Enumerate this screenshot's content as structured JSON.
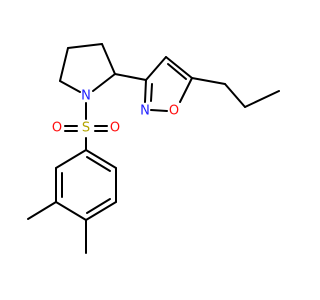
{
  "molecule": {
    "atoms": {
      "N1": {
        "symbol": "N",
        "color": "#1f1fff"
      },
      "S1": {
        "symbol": "S",
        "color": "#b3a400"
      },
      "O1": {
        "symbol": "O",
        "color": "#ff0d0d"
      },
      "O2": {
        "symbol": "O",
        "color": "#ff0d0d"
      },
      "N2": {
        "symbol": "N",
        "color": "#1f1fff"
      },
      "O3": {
        "symbol": "O",
        "color": "#ff0d0d"
      }
    },
    "bond_color": "#000000",
    "background": "#ffffff"
  }
}
